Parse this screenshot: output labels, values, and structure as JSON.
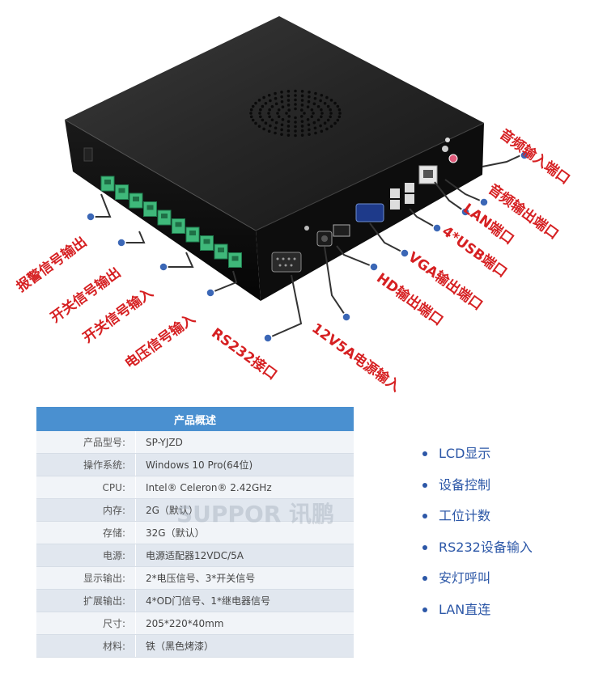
{
  "callouts": {
    "audio_in": "音频输入端口",
    "audio_out": "音频输出端口",
    "lan": "LAN端口",
    "usb": "4*USB端口",
    "vga": "VGA输出端口",
    "hd": "HD输出端口",
    "power": "12V5A电源输入",
    "rs232": "RS232接口",
    "alarm_out": "报警信号输出",
    "switch_out": "开关信号输出",
    "switch_in": "开关信号输入",
    "voltage_in": "电压信号输入"
  },
  "specs": {
    "title": "产品概述",
    "rows": [
      {
        "key": "产品型号:",
        "value": "SP-YJZD"
      },
      {
        "key": "操作系统:",
        "value": "Windows 10 Pro(64位)"
      },
      {
        "key": "CPU:",
        "value": "Intel® Celeron® 2.42GHz"
      },
      {
        "key": "内存:",
        "value": "2G（默认）"
      },
      {
        "key": "存储:",
        "value": "32G（默认）"
      },
      {
        "key": "电源:",
        "value": "电源适配器12VDC/5A"
      },
      {
        "key": "显示输出:",
        "value": "2*电压信号、3*开关信号"
      },
      {
        "key": "扩展输出:",
        "value": "4*OD门信号、1*继电器信号"
      },
      {
        "key": "尺寸:",
        "value": "205*220*40mm"
      },
      {
        "key": "材料:",
        "value": "铁（黑色烤漆）"
      }
    ]
  },
  "features": [
    "LCD显示",
    "设备控制",
    "工位计数",
    "RS232设备输入",
    "安灯呼叫",
    "LAN直连"
  ],
  "watermark": "SUPPOR 讯鹏",
  "colors": {
    "accent": "#d62022",
    "header": "#4a90d0",
    "feature": "#2c57a7"
  }
}
